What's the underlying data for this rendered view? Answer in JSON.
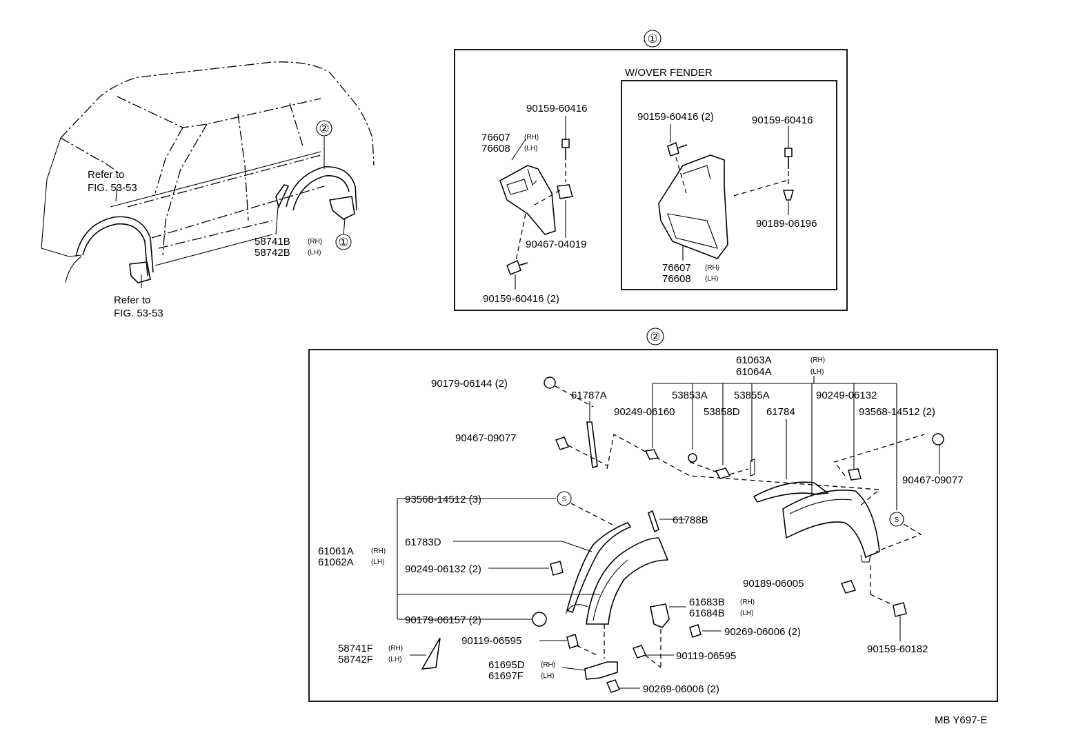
{
  "diagram": {
    "code": "MB  Y697-E",
    "vehicle": {
      "refer_front": [
        "Refer to",
        "FIG. 53-53"
      ],
      "refer_rear": [
        "Refer to",
        "FIG. 53-53"
      ],
      "callout_1": "①",
      "callout_2": "②",
      "part_58741B": "58741B",
      "part_58742B": "58742B",
      "rh": "(RH)",
      "lh": "(LH)"
    },
    "panel1": {
      "callout": "①",
      "over_fender_title": "W/OVER FENDER",
      "left": {
        "p_top_screw": "90159-60416",
        "p_76607": "76607",
        "p_76608": "76608",
        "p_nut": "90467-04019",
        "p_bot_screw": "90159-60416 (2)"
      },
      "right": {
        "p_screw_left": "90159-60416 (2)",
        "p_screw_right": "90159-60416",
        "p_clip": "90189-06196",
        "p_76607": "76607",
        "p_76608": "76608"
      }
    },
    "panel2": {
      "callout": "②",
      "p_61063A": "61063A",
      "p_61064A": "61064A",
      "p_90179_06144": "90179-06144 (2)",
      "p_61787A": "61787A",
      "p_90467_09077_l": "90467-09077",
      "p_90249_06160": "90249-06160",
      "p_53853A": "53853A",
      "p_53855A": "53855A",
      "p_53858D": "53858D",
      "p_61784": "61784",
      "p_90249_06132": "90249-06132",
      "p_93568_14512_r": "93568-14512 (2)",
      "p_90467_09077_r": "90467-09077",
      "p_93568_14512_l": "93568-14512 (3)",
      "p_61788B": "61788B",
      "p_61061A": "61061A",
      "p_61062A": "61062A",
      "p_61783D": "61783D",
      "p_90249_06132_2": "90249-06132 (2)",
      "p_90179_06157": "90179-06157 (2)",
      "p_90189_06005": "90189-06005",
      "p_61683B": "61683B",
      "p_61684B": "61684B",
      "p_90269_06006_a": "90269-06006 (2)",
      "p_90119_06595_a": "90119-06595",
      "p_90119_06595_b": "90119-06595",
      "p_90159_60182": "90159-60182",
      "p_58741F": "58741F",
      "p_58742F": "58742F",
      "p_61695D": "61695D",
      "p_61697F": "61697F",
      "p_90269_06006_b": "90269-06006 (2)",
      "s_mark": "S"
    }
  }
}
